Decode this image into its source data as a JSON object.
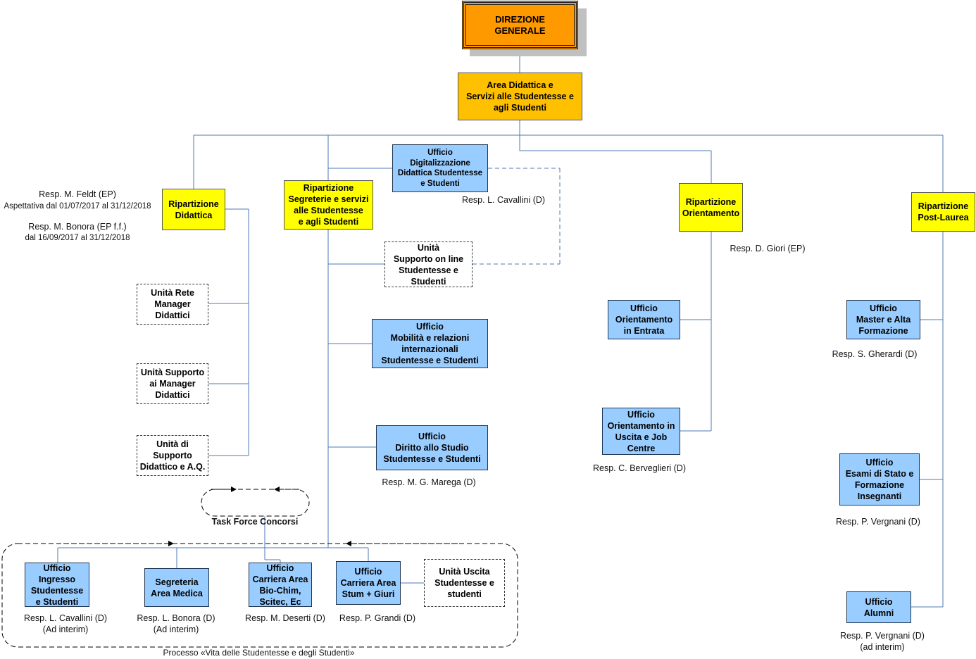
{
  "direzione": "DIREZIONE\nGENERALE",
  "area": "Area Didattica e\nServizi alle Studentesse e\nagli Studenti",
  "ripartizioni": {
    "didattica": "Ripartizione\nDidattica",
    "segreterie": "Ripartizione\nSegreterie e servizi\nalle Studentesse\ne agli Studenti",
    "orientamento": "Ripartizione\nOrientamento",
    "post_laurea": "Ripartizione\nPost-Laurea"
  },
  "uffici": {
    "digitalizzazione": "Ufficio\nDigitalizzazione\nDidattica Studentesse\ne Studenti",
    "mobilita": "Ufficio\nMobilità e relazioni\ninternazionali\nStudentesse e Studenti",
    "diritto_studio": "Ufficio\nDiritto allo Studio\nStudentesse e Studenti",
    "orientamento_entrata": "Ufficio\nOrientamento\nin Entrata",
    "orientamento_uscita": "Ufficio\nOrientamento in\nUscita e Job\nCentre",
    "master": "Ufficio\nMaster e Alta\nFormazione",
    "esami_stato": "Ufficio\nEsami di Stato e\nFormazione\nInsegnanti",
    "alumni": "Ufficio\nAlumni",
    "ingresso": "Ufficio\nIngresso\nStudentesse\ne Studenti",
    "segreteria_medica": "Segreteria\nArea Medica",
    "carriera_biochim": "Ufficio\nCarriera Area\nBio-Chim,\nScitec, Ec",
    "carriera_stum": "Ufficio\nCarriera Area\nStum + Giuri"
  },
  "unita": {
    "supporto_online": "Unità\nSupporto on line\nStudentesse e\nStudenti",
    "rete_manager": "Unità Rete\nManager\nDidattici",
    "supporto_manager": "Unità Supporto\nai Manager\nDidattici",
    "supporto_aq": "Unità di\nSupporto\nDidattico e A.Q.",
    "uscita_studenti": "Unità Uscita\nStudentesse e\nstudenti"
  },
  "labels": {
    "resp_feldt": "Resp. M.  Feldt (EP)",
    "aspettativa": "Aspettativa dal 01/07/2017 al 31/12/2018",
    "resp_bonora_ep": "Resp. M. Bonora (EP f.f.)",
    "bonora_dal": "dal 16/09/2017 al 31/12/2018",
    "resp_cavallini_digit": "Resp. L. Cavallini (D)",
    "resp_giori": "Resp. D. Giori (EP)",
    "resp_gherardi": "Resp. S. Gherardi (D)",
    "resp_berveglieri": "Resp. C. Berveglieri (D)",
    "resp_marega": "Resp. M. G. Marega (D)",
    "resp_vergnani_esami": "Resp. P. Vergnani (D)",
    "resp_cavallini_ingresso": "Resp. L. Cavallini (D)\n(Ad interim)",
    "resp_bonora_medica": "Resp. L. Bonora (D)\n(Ad interim)",
    "resp_deserti": "Resp. M. Deserti (D)",
    "resp_grandi": "Resp. P. Grandi (D)",
    "resp_vergnani_alumni": "Resp. P. Vergnani (D)\n(ad interim)",
    "task_force": "Task Force Concorsi",
    "processo": "Processo «Vita delle Studentesse e degli Studenti»"
  }
}
